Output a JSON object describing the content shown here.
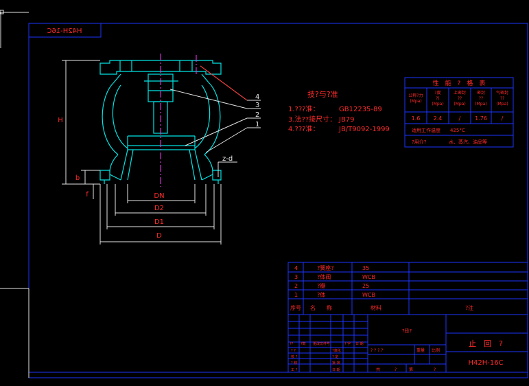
{
  "title_block_top": "H42H-16C",
  "drawing_number": "H42H-16C",
  "product_name": "止　回　?",
  "tech_title": "技?与?准",
  "tech_requirements": [
    {
      "label": "1.???准：",
      "value": "GB12235-89"
    },
    {
      "label": "3.法??接尺寸：",
      "value": "JB79"
    },
    {
      "label": "4.???准：",
      "value": "JB/T9092-1999"
    }
  ],
  "perf_table": {
    "title": "性　能　?　格　表",
    "headers": [
      "公称?力\n(Mpa)",
      "?度\n?(\n(Mpa)",
      "上密封\n??\n(Mpa)",
      "密封\n??\n(Mpa)",
      "气密封\n??\n(Mpa)"
    ],
    "values": [
      "1.6",
      "2.4",
      "/",
      "1.76",
      "/"
    ],
    "temp_label": "适用工作温度",
    "temp_value": "425°C",
    "medium_label": "?用介?",
    "medium_value": "水、蒸汽、油品等"
  },
  "callouts": [
    "4",
    "3",
    "2",
    "1"
  ],
  "dims": {
    "H": "H",
    "b": "b",
    "f": "f",
    "zd": "z-d",
    "DN": "DN",
    "D2": "D2",
    "D1": "D1",
    "D": "D"
  },
  "parts": [
    {
      "no": "4",
      "name": "?簧座?",
      "material": "35"
    },
    {
      "no": "3",
      "name": "?体阀",
      "material": "WCB"
    },
    {
      "no": "2",
      "name": "?瓣",
      "material": "25"
    },
    {
      "no": "1",
      "name": "?体",
      "material": "WCB"
    }
  ],
  "parts_header": {
    "no": "序号",
    "name": "名　　称",
    "material": "材料",
    "note": "?注"
  },
  "title_block": {
    "stage": "?段?",
    "sign_cols": [
      "??",
      "?数",
      "更改文件号",
      "? 字",
      "日 期"
    ],
    "row_labels": [
      "? ?",
      "校 ?",
      "? 核",
      "工 ?"
    ],
    "row_labels2": [
      "?准化",
      "? 定",
      "批 准",
      "日 期"
    ],
    "stage_marks": "? ? ? ?",
    "weight": "重量",
    "scale": "比例",
    "total": "共",
    "sheet": "第",
    "zhang1": "?",
    "zhang2": "?"
  },
  "colors": {
    "frame": "#1d35ff",
    "outline": "#00e5e5",
    "center": "#ff33ff",
    "text": "#ff2a2a",
    "dim": "#e6e6e6"
  }
}
